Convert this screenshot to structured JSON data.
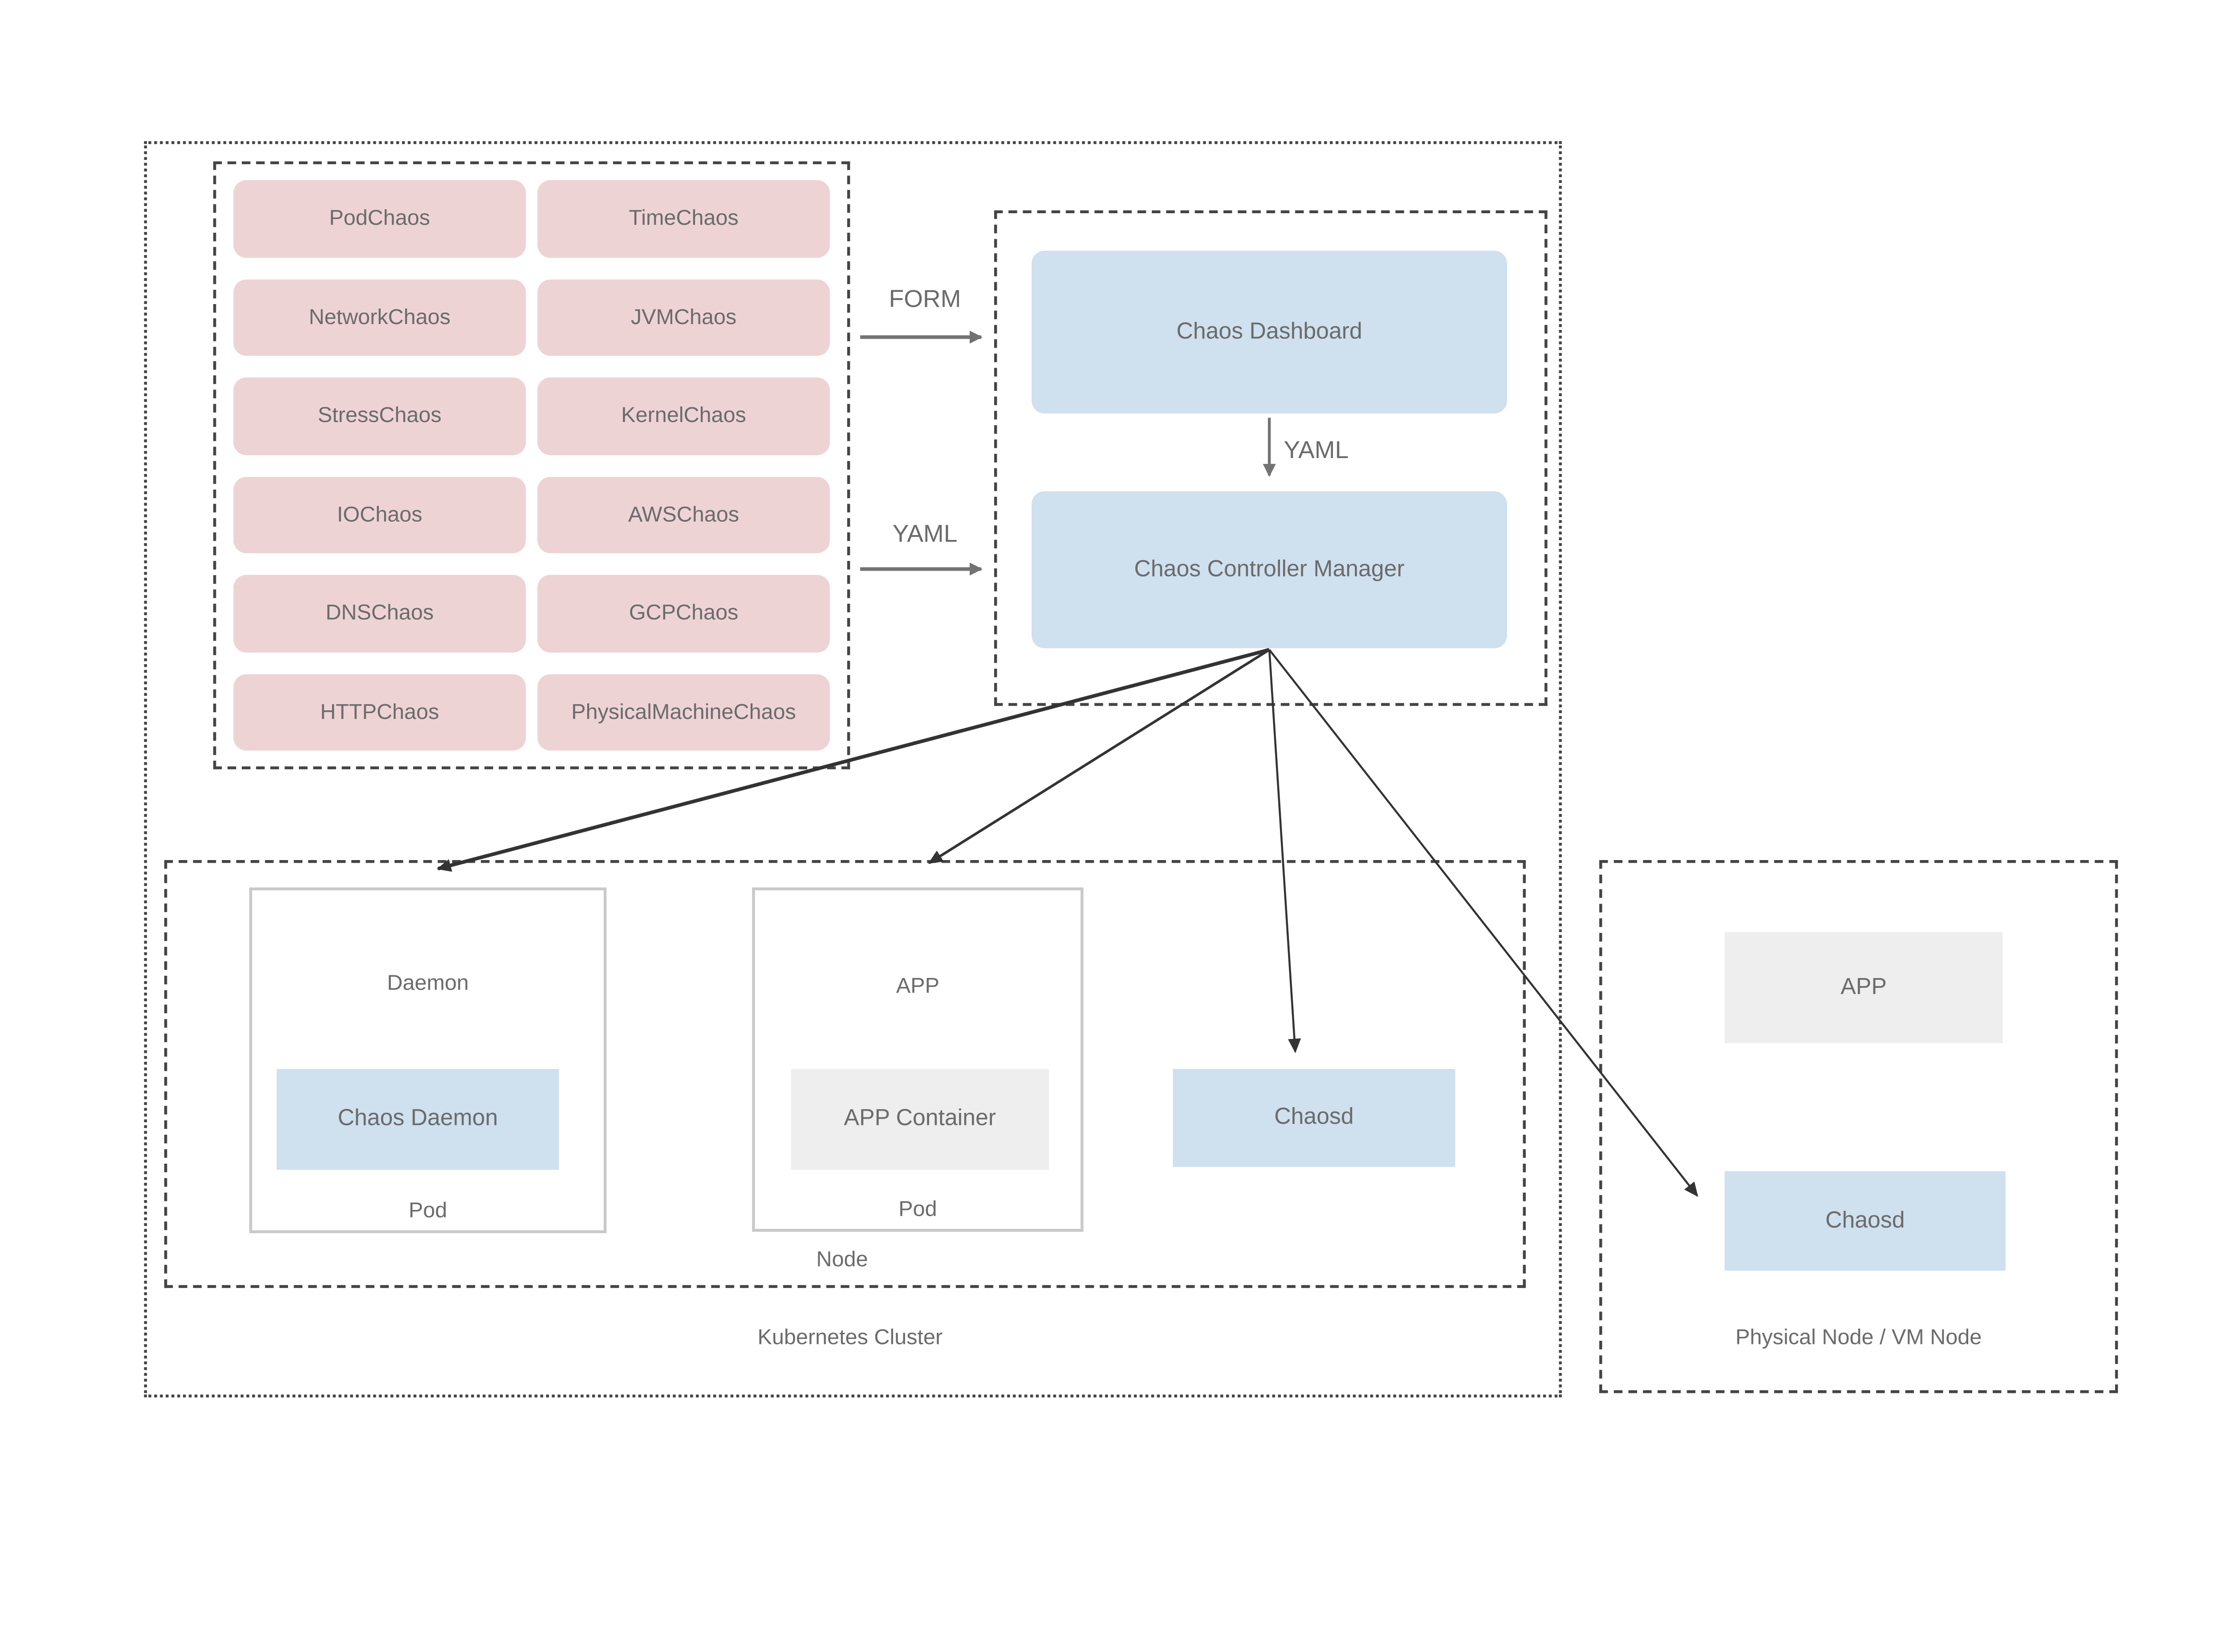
{
  "diagram": {
    "chaos_types": [
      "PodChaos",
      "TimeChaos",
      "NetworkChaos",
      "JVMChaos",
      "StressChaos",
      "KernelChaos",
      "IOChaos",
      "AWSChaos",
      "DNSChaos",
      "GCPChaos",
      "HTTPChaos",
      "PhysicalMachineChaos"
    ],
    "flow_labels": {
      "form": "FORM",
      "yaml_left": "YAML",
      "yaml_down": "YAML"
    },
    "dashboard": {
      "title": "Chaos Dashboard"
    },
    "controller_manager": {
      "title": "Chaos Controller Manager"
    },
    "kubernetes": {
      "daemon_pod": {
        "top_label": "Daemon",
        "container_label": "Chaos Daemon",
        "bottom_label": "Pod"
      },
      "app_pod": {
        "top_label": "APP",
        "container_label": "APP Container",
        "bottom_label": "Pod"
      },
      "chaosd_label": "Chaosd",
      "node_label": "Node",
      "cluster_label": "Kubernetes Cluster"
    },
    "physical_node": {
      "app_label": "APP",
      "chaosd_label": "Chaosd",
      "caption": "Physical Node / VM Node"
    },
    "colors": {
      "chaos_type_fill": "#eed3d5",
      "primary_box_fill": "#cfe0ef",
      "neutral_box_fill": "#eeeeee",
      "dashed_border": "#444444",
      "pod_border": "#c9c9c9",
      "text": "#6b6b6b",
      "labeled_arrow": "#737373",
      "fan_arrow": "#333333"
    }
  }
}
